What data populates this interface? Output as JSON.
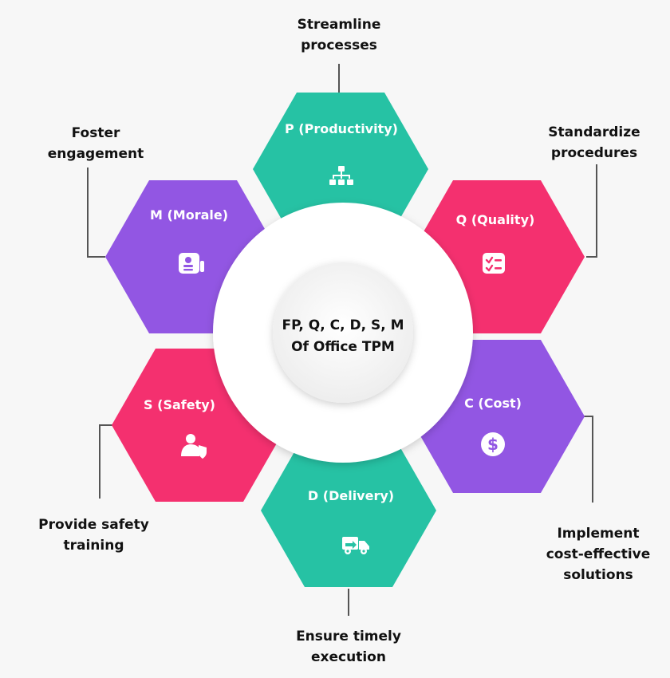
{
  "center": {
    "line1": "FP, Q, C, D, S, M",
    "line2": "Of Office TPM"
  },
  "colors": {
    "teal": "#26c2a4",
    "pink": "#f4306f",
    "purple": "#9256e3",
    "ring": "#ffffff",
    "connector": "#555555",
    "text": "#111111"
  },
  "segments": [
    {
      "id": "productivity",
      "label": "P (Productivity)",
      "icon": "sitemap-icon",
      "color": "teal",
      "note": [
        "Streamline",
        "processes"
      ]
    },
    {
      "id": "quality",
      "label": "Q (Quality)",
      "icon": "checklist-icon",
      "color": "pink",
      "note": [
        "Standardize",
        "procedures"
      ]
    },
    {
      "id": "cost",
      "label": "C (Cost)",
      "icon": "dollar-icon",
      "color": "purple",
      "note": [
        "Implement",
        "cost-effective",
        "solutions"
      ]
    },
    {
      "id": "delivery",
      "label": "D (Delivery)",
      "icon": "truck-icon",
      "color": "teal",
      "note": [
        "Ensure timely",
        "execution"
      ]
    },
    {
      "id": "safety",
      "label": "S (Safety)",
      "icon": "user-shield-icon",
      "color": "pink",
      "note": [
        "Provide safety",
        "training"
      ]
    },
    {
      "id": "morale",
      "label": "M (Morale)",
      "icon": "id-card-icon",
      "color": "purple",
      "note": [
        "Foster",
        "engagement"
      ]
    }
  ]
}
